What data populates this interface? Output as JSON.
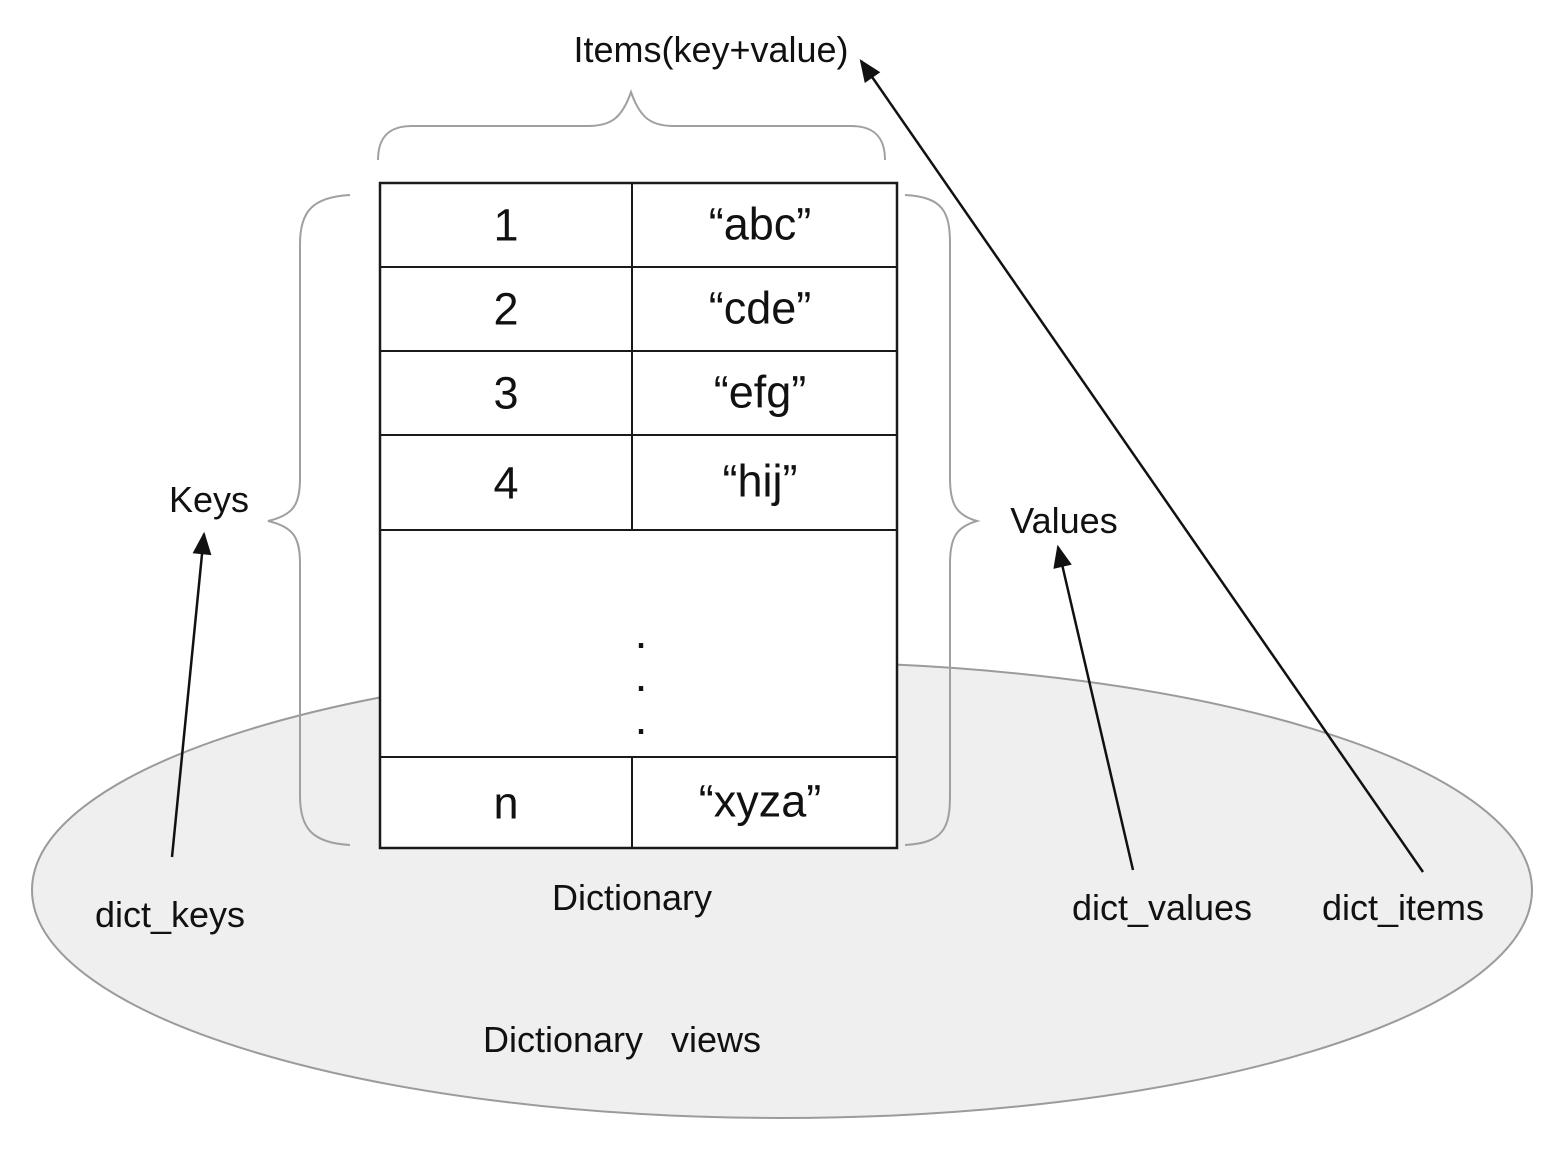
{
  "diagram": {
    "items_label": "Items(key+value)",
    "keys_label": "Keys",
    "values_label": "Values",
    "dictionary_label": "Dictionary",
    "views_label": "Dictionary  views",
    "view_objects": {
      "keys": "dict_keys",
      "values": "dict_values",
      "items": "dict_items"
    }
  },
  "table": {
    "rows": [
      {
        "key": "1",
        "value": "“abc”"
      },
      {
        "key": "2",
        "value": "“cde”"
      },
      {
        "key": "3",
        "value": "“efg”"
      },
      {
        "key": "4",
        "value": "“hij”"
      },
      {
        "key": "n",
        "value": "“xyza”"
      }
    ],
    "ellipsis_dot": "."
  },
  "colors": {
    "background": "#ffffff",
    "table_line": "#1a1a1a",
    "brace": "#a0a0a0",
    "arrow": "#111111",
    "ellipse_fill": "#efefef",
    "ellipse_stroke": "#9b9b9b",
    "text": "#111111"
  }
}
